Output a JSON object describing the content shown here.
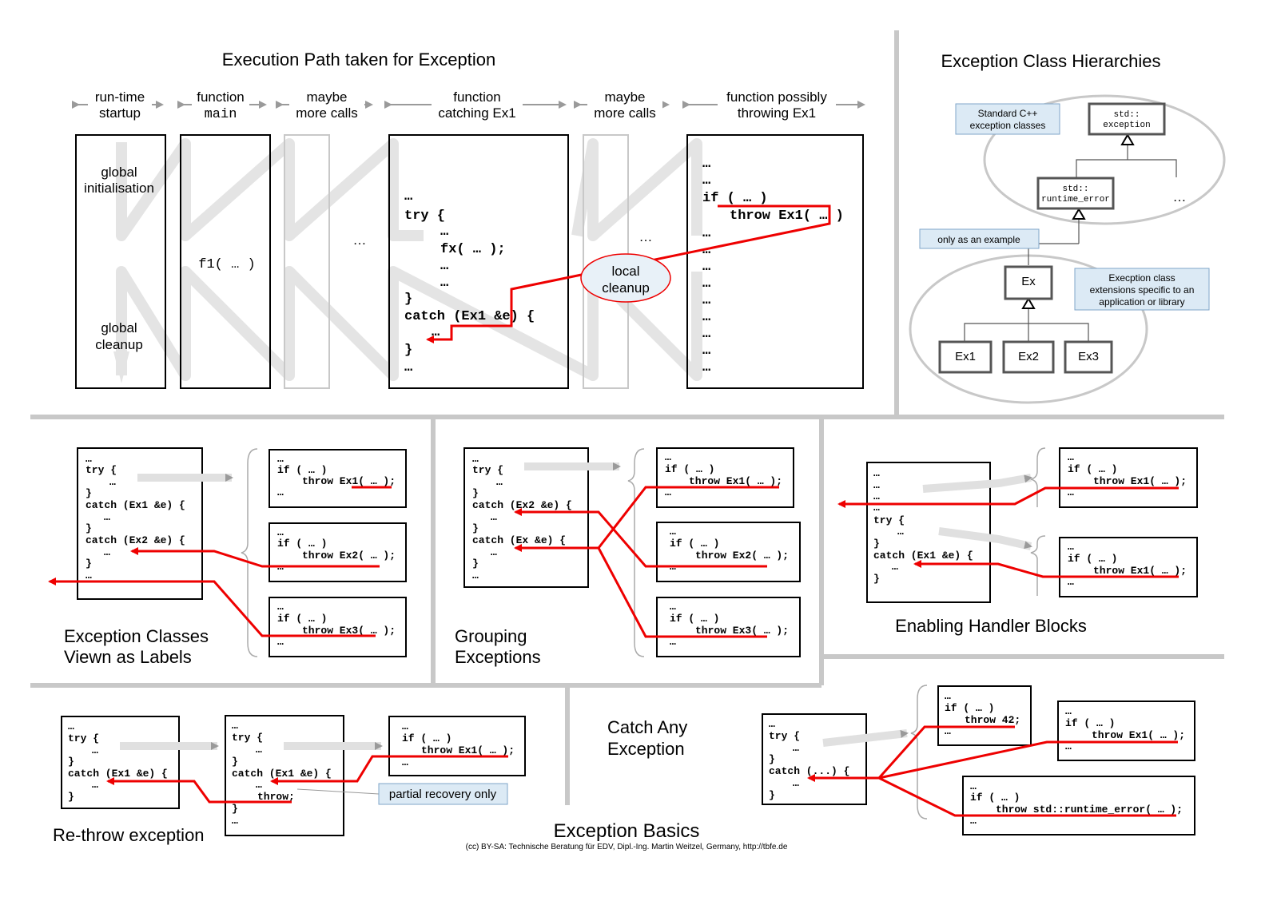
{
  "colors": {
    "accent_red": "#ee0000",
    "gray_line": "#c8c8c8",
    "box_border": "#000000",
    "note_fill": "#dceaf5",
    "note_border": "#7fa6c9",
    "oval_fill": "#e8f1f8"
  },
  "s1": {
    "title": "Execution Path taken for Exception",
    "cols": [
      {
        "l1": "run-time",
        "l2": "startup"
      },
      {
        "l1": "function",
        "l2": "main"
      },
      {
        "l1": "maybe",
        "l2": "more calls"
      },
      {
        "l1": "function",
        "l2": "catching Ex1"
      },
      {
        "l1": "maybe",
        "l2": "more calls"
      },
      {
        "l1": "function possibly",
        "l2": "throwing Ex1"
      }
    ],
    "global_init_1": "global",
    "global_init_2": "initialisation",
    "global_cleanup_1": "global",
    "global_cleanup_2": "cleanup",
    "f1_call": "f1( … )",
    "ellipsis": "…",
    "catcher_code": [
      "…",
      "try {",
      "…",
      "fx( … );",
      "…",
      "…",
      "}",
      "catch (Ex1 &e) {",
      "…",
      "}",
      "…"
    ],
    "thrower_code": [
      "…",
      "…",
      "if ( … )",
      "throw Ex1( … )",
      "…",
      "…",
      "…",
      "…",
      "…",
      "…",
      "…",
      "…",
      "…",
      "…"
    ],
    "local_cleanup_1": "local",
    "local_cleanup_2": "cleanup"
  },
  "s2": {
    "title": "Exception Class Hierarchies",
    "note_std_1": "Standard C++",
    "note_std_2": "exception classes",
    "std_exception_1": "std::",
    "std_exception_2": "exception",
    "std_runtime_1": "std::",
    "std_runtime_2": "runtime_error",
    "more": "…",
    "note_example": "only as an example",
    "ex": "Ex",
    "note_ext_1": "Execption class",
    "note_ext_2": "extensions specific to an",
    "note_ext_3": "application or library",
    "ex1": "Ex1",
    "ex2": "Ex2",
    "ex3": "Ex3"
  },
  "s3": {
    "title_1": "Exception Classes",
    "title_2": "Viewn as Labels",
    "main_code": [
      "…",
      "try {",
      "…",
      "}",
      "catch (Ex1 &e) {",
      "…",
      "}",
      "catch (Ex2 &e) {",
      "…",
      "}",
      "…"
    ],
    "t1": [
      "…",
      "if ( … )",
      "throw Ex1( … );",
      "…"
    ],
    "t2": [
      "…",
      "if ( … )",
      "throw Ex2( … );",
      "…"
    ],
    "t3": [
      "…",
      "if ( … )",
      "throw Ex3( … );",
      "…"
    ]
  },
  "s4": {
    "title_1": "Grouping",
    "title_2": "Exceptions",
    "main_code": [
      "…",
      "try {",
      "…",
      "}",
      "catch (Ex2 &e) {",
      "…",
      "}",
      "catch (Ex &e) {",
      "…",
      "}",
      "…"
    ],
    "t1": [
      "…",
      "if ( … )",
      "throw Ex1( … );",
      "…"
    ],
    "t2": [
      "…",
      "if ( … )",
      "throw Ex2( … );",
      "…"
    ],
    "t3": [
      "…",
      "if ( … )",
      "throw Ex3( … );",
      "…"
    ]
  },
  "s5": {
    "title": "Enabling Handler Blocks",
    "main_code": [
      "…",
      "…",
      "…",
      "…",
      "try {",
      "…",
      "}",
      "catch (Ex1 &e) {",
      "…",
      "}"
    ],
    "t1": [
      "…",
      "if ( … )",
      "throw Ex1( … );",
      "…"
    ],
    "t2": [
      "…",
      "if ( … )",
      "throw Ex1( … );",
      "…"
    ]
  },
  "s6": {
    "title": "Re-throw exception",
    "outer_code": [
      "…",
      "try {",
      "…",
      "}",
      "catch (Ex1 &e) {",
      "…",
      "}"
    ],
    "mid_code": [
      "…",
      "try {",
      "…",
      "}",
      "catch (Ex1 &e) {",
      "…",
      "throw;",
      "}",
      "…"
    ],
    "inner_code": [
      "…",
      "if ( … )",
      "throw Ex1( … );",
      "…"
    ],
    "note": "partial recovery only"
  },
  "s7": {
    "title_1": "Catch Any",
    "title_2": "Exception",
    "main_code": [
      "…",
      "try {",
      "…",
      "}",
      "catch (...) {",
      "…",
      "}"
    ],
    "t1": [
      "…",
      "if ( … )",
      "throw 42;",
      "…"
    ],
    "t2": [
      "…",
      "if ( … )",
      "throw Ex1( … );",
      "…"
    ],
    "t3": [
      "…",
      "if ( … )",
      "throw std::runtime_error( … );",
      "…"
    ]
  },
  "footer": {
    "title": "Exception Basics",
    "credit": "(cc) BY-SA: Technische Beratung für EDV, Dipl.-Ing. Martin Weitzel, Germany, http://tbfe.de"
  }
}
